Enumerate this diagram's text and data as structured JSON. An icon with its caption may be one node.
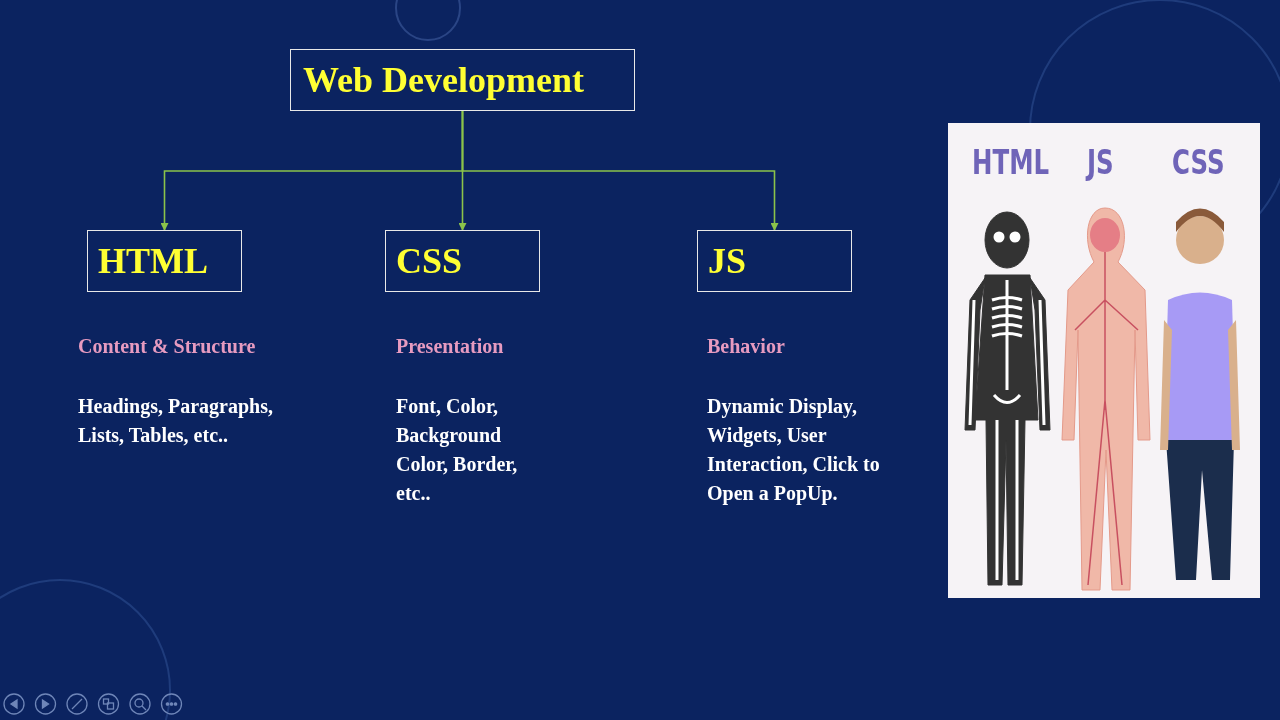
{
  "diagram": {
    "nodes": [
      {
        "text": [
          "Web Development"
        ]
      },
      {
        "text": [
          "HTML"
        ],
        "beside": [
          "Content & Structure",
          "Headings, Paragraphs, Lists, Tables, etc.."
        ]
      },
      {
        "text": [
          "CSS"
        ],
        "beside": [
          "Presentation",
          "Font, Color, Background Color, Border, etc.."
        ]
      },
      {
        "text": [
          "JS"
        ],
        "beside": [
          "Behavior",
          "Dynamic Display, Widgets, User Interaction, Click to Open a PopUp."
        ]
      }
    ],
    "edges": [
      {
        "from": 0,
        "to": 1,
        "arrow": "to"
      },
      {
        "from": 0,
        "to": 2,
        "arrow": "to"
      },
      {
        "from": 0,
        "to": 3,
        "arrow": "to"
      }
    ],
    "labels": [
      "HTML",
      "JS",
      "CSS"
    ]
  }
}
